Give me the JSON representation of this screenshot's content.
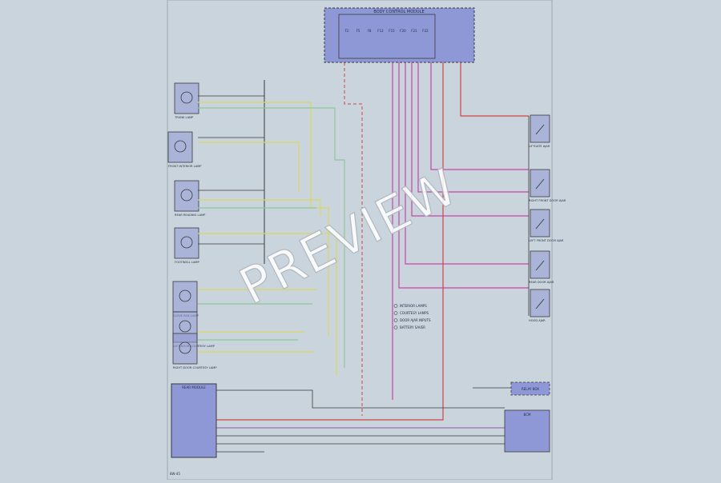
{
  "watermark": "PREVIEW",
  "colors": {
    "background": "#c9d4dc",
    "module_fill": "#8f98d6",
    "wire_dark": "#3a3a3a",
    "wire_yellow": "#d8d860",
    "wire_green": "#8fc79a",
    "wire_magenta": "#c844a8",
    "wire_red": "#d04545",
    "wire_purple": "#8a5aa8"
  },
  "modules": {
    "body_control": {
      "label": "BODY CONTROL MODULE",
      "fuses": [
        "F2",
        "F5",
        "F8",
        "F12",
        "F15",
        "F20",
        "F21",
        "F22"
      ]
    },
    "rear_module": {
      "label": "REAR MODULE"
    },
    "remote_unit": {
      "label": "RELAY BOX"
    },
    "lower_right": {
      "label": "BCM"
    }
  },
  "left_components": [
    {
      "label": "TRUNK LAMP"
    },
    {
      "label": "FRONT INTERIOR LAMP"
    },
    {
      "label": "REAR READING LAMP"
    },
    {
      "label": "FOOTWELL LAMP"
    },
    {
      "label": "GLOVE BOX LAMP"
    },
    {
      "label": "LEFT DOOR COURTESY LAMP"
    },
    {
      "label": "RIGHT DOOR COURTESY LAMP"
    }
  ],
  "right_components": [
    {
      "label": "LIFTGATE AJAR"
    },
    {
      "label": "RIGHT FRONT DOOR AJAR"
    },
    {
      "label": "LEFT FRONT DOOR AJAR"
    },
    {
      "label": "REAR DOOR AJAR"
    },
    {
      "label": "HOOD AJAR"
    }
  ],
  "legend": [
    "INTERIOR LAMPS",
    "COURTESY LAMPS",
    "DOOR AJAR INPUTS",
    "BATTERY SAVER"
  ],
  "footer": {
    "page": "8W-45"
  }
}
